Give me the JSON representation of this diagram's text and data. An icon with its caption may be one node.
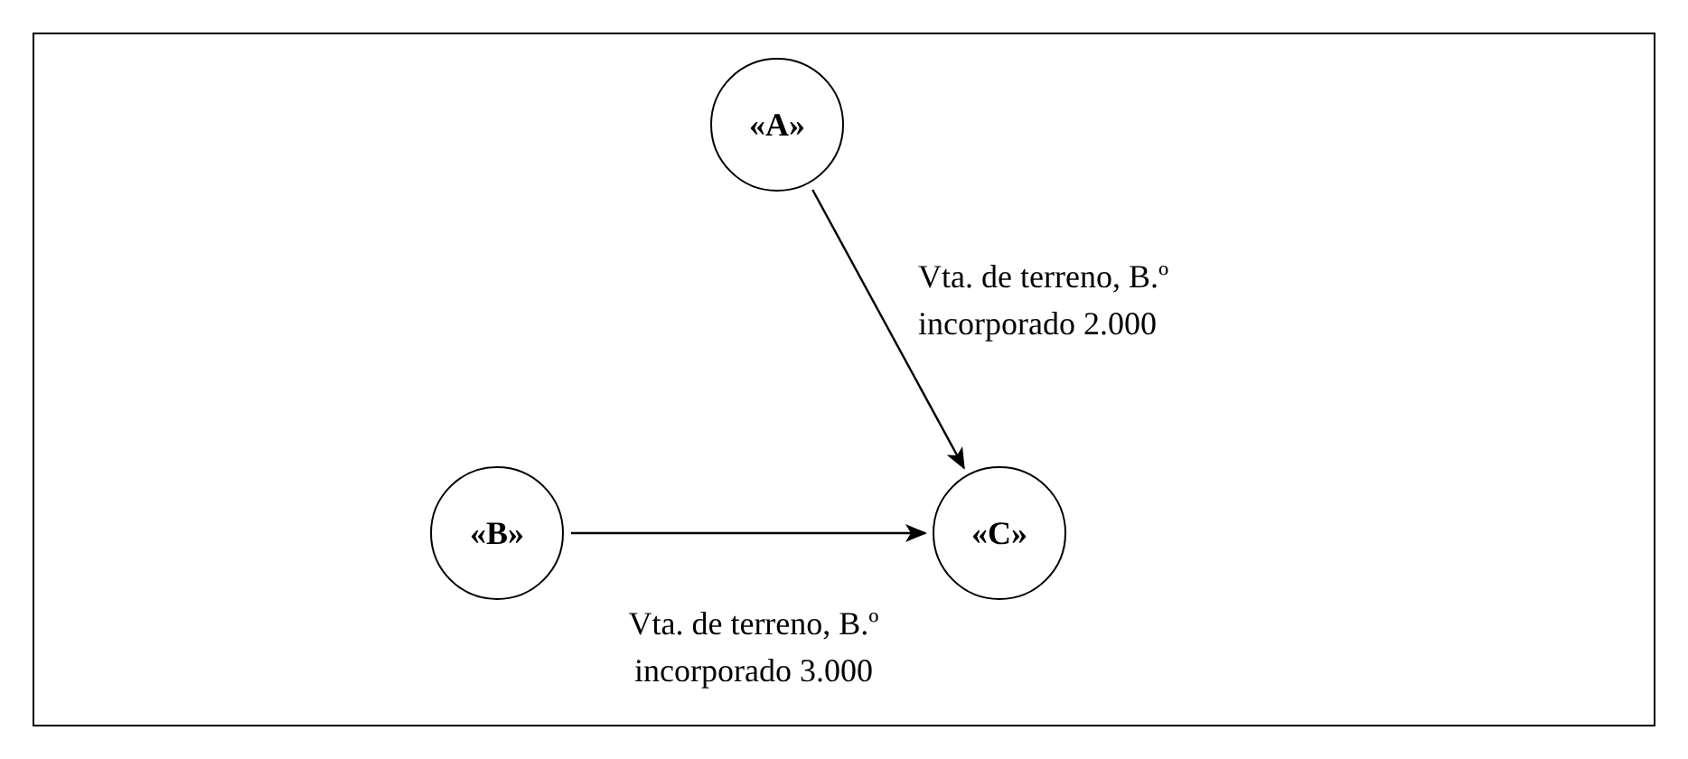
{
  "diagram": {
    "nodes": [
      {
        "text": [
          "«A»"
        ]
      },
      {
        "text": [
          "«B»"
        ]
      },
      {
        "text": [
          "«C»"
        ]
      }
    ],
    "edges": [
      {
        "from": 0,
        "to": 2,
        "arrow": "to",
        "label": "Vta. de terreno, B.º incorporado 2.000"
      },
      {
        "from": 1,
        "to": 2,
        "arrow": "to",
        "label": "Vta. de terreno, B.º incorporado 3.000"
      }
    ]
  }
}
